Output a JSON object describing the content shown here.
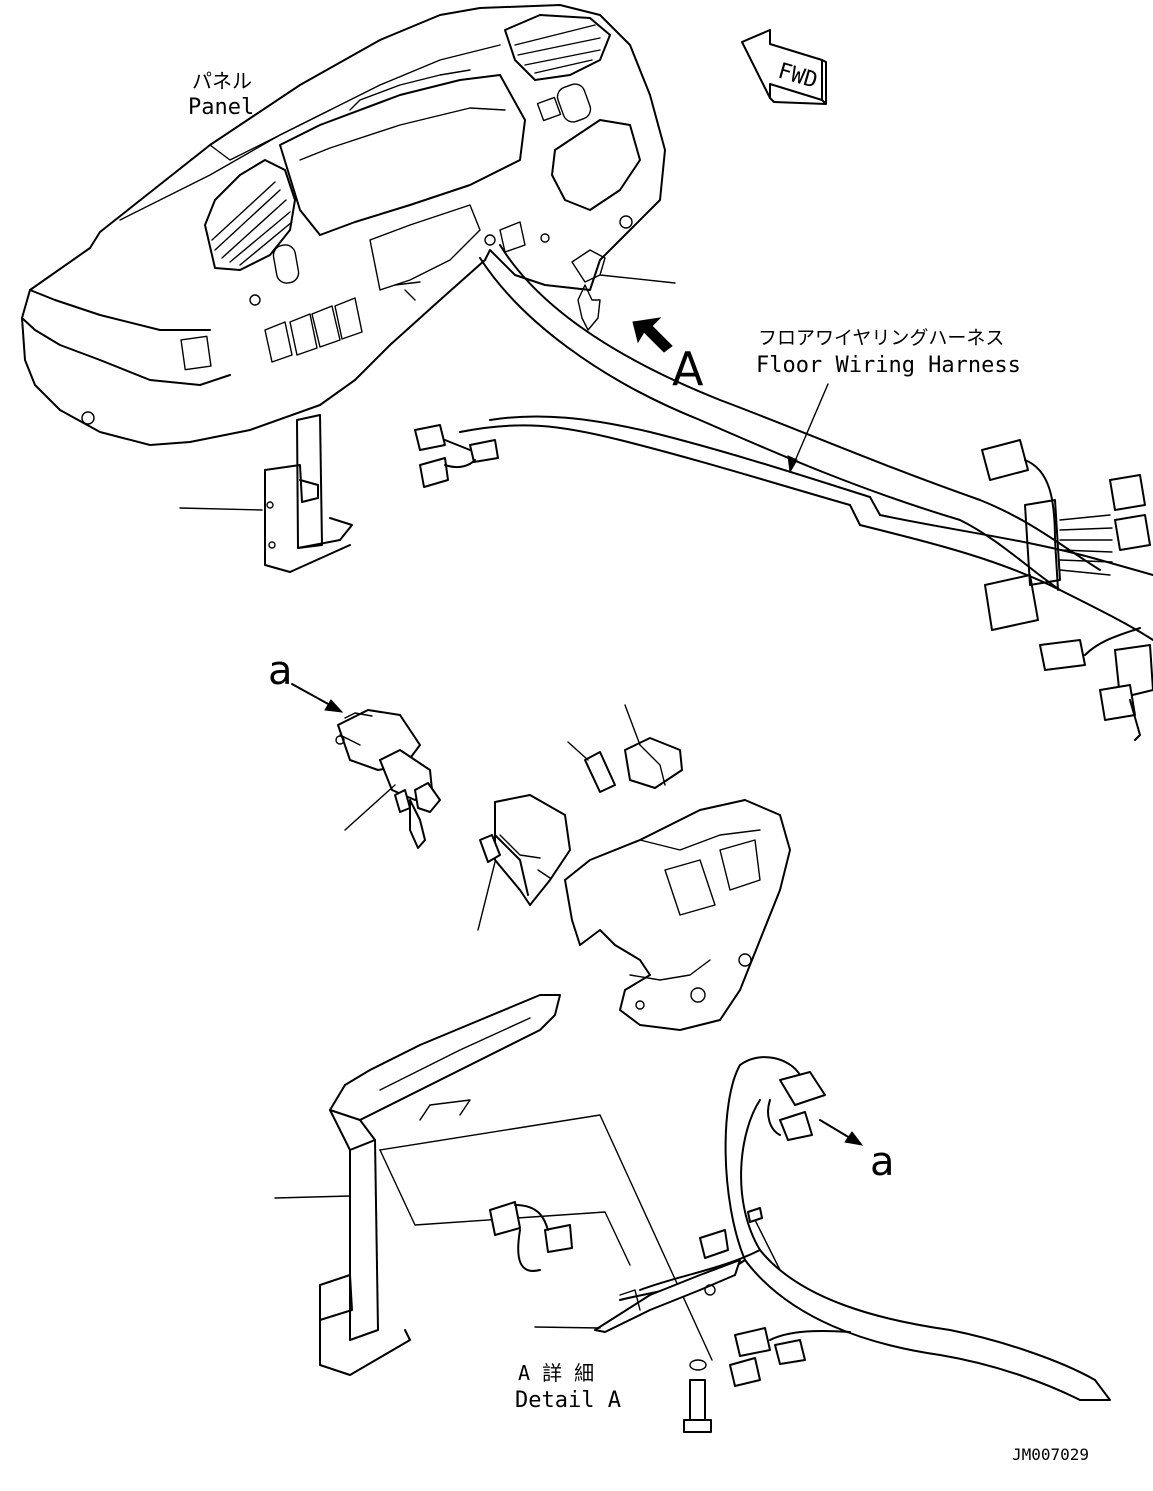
{
  "labels": {
    "panel_jp": "パネル",
    "panel_en": "Panel",
    "harness_jp": "フロアワイヤリングハーネス",
    "harness_en": "Floor Wiring Harness",
    "view_a": "A",
    "fwd": "FWD",
    "detail_a_ref": "a",
    "detail_a_jp": "A 詳 細",
    "detail_a_en": "Detail A",
    "connector_ref": "a",
    "drawing_no": "JM007029"
  }
}
